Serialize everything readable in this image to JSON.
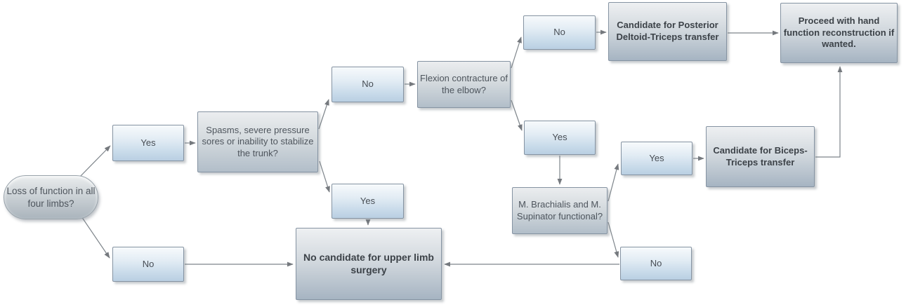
{
  "diagram": {
    "type": "flowchart",
    "topic": "Upper limb surgery decision flowchart",
    "colors": {
      "yes_no_box_top": "#f7fafc",
      "yes_no_box_bottom": "#b9cfe2",
      "question_box_top": "#ebedef",
      "question_box_bottom": "#b2bec9",
      "result_box_top": "#eef0f2",
      "result_box_bottom": "#a6b4c2",
      "border": "#8593a2",
      "connector": "#7d848a",
      "text": "#474d54",
      "background": "#ffffff"
    }
  },
  "nodes": {
    "start": {
      "type": "terminator",
      "label": "Loss of function in all four limbs?"
    },
    "yes_trunk": {
      "type": "decision-answer",
      "label": "Yes"
    },
    "no_start": {
      "type": "decision-answer",
      "label": "No"
    },
    "q_trunk": {
      "type": "question",
      "label": "Spasms, severe pressure sores or inability to stabilize the trunk?"
    },
    "no_elbow": {
      "type": "decision-answer",
      "label": "No"
    },
    "yes_nocand": {
      "type": "decision-answer",
      "label": "Yes"
    },
    "q_elbow": {
      "type": "question",
      "label": "Flexion contracture of the elbow?"
    },
    "no_deltoid": {
      "type": "decision-answer",
      "label": "No"
    },
    "yes_elbow": {
      "type": "decision-answer",
      "label": "Yes"
    },
    "q_muscles": {
      "type": "question",
      "label": "M. Brachialis and M. Supinator functional?"
    },
    "yes_biceps": {
      "type": "decision-answer",
      "label": "Yes"
    },
    "no_muscles": {
      "type": "decision-answer",
      "label": "No"
    },
    "r_deltoid": {
      "type": "result",
      "label": "Candidate for Posterior Deltoid-Triceps transfer"
    },
    "r_biceps": {
      "type": "result",
      "label": "Candidate for Biceps-Triceps transfer"
    },
    "r_hand": {
      "type": "result",
      "label": "Proceed with hand function reconstruction if wanted."
    },
    "r_nocand": {
      "type": "result",
      "label": "No candidate for upper limb surgery"
    }
  },
  "edges": [
    {
      "from": "start",
      "to": "yes_trunk"
    },
    {
      "from": "start",
      "to": "no_start"
    },
    {
      "from": "yes_trunk",
      "to": "q_trunk"
    },
    {
      "from": "q_trunk",
      "to": "no_elbow"
    },
    {
      "from": "q_trunk",
      "to": "yes_nocand"
    },
    {
      "from": "no_elbow",
      "to": "q_elbow"
    },
    {
      "from": "q_elbow",
      "to": "no_deltoid"
    },
    {
      "from": "q_elbow",
      "to": "yes_elbow"
    },
    {
      "from": "no_deltoid",
      "to": "r_deltoid"
    },
    {
      "from": "r_deltoid",
      "to": "r_hand"
    },
    {
      "from": "yes_elbow",
      "to": "q_muscles"
    },
    {
      "from": "q_muscles",
      "to": "yes_biceps"
    },
    {
      "from": "q_muscles",
      "to": "no_muscles"
    },
    {
      "from": "yes_biceps",
      "to": "r_biceps"
    },
    {
      "from": "r_biceps",
      "to": "r_hand"
    },
    {
      "from": "yes_nocand",
      "to": "r_nocand"
    },
    {
      "from": "no_start",
      "to": "r_nocand"
    },
    {
      "from": "no_muscles",
      "to": "r_nocand"
    }
  ]
}
